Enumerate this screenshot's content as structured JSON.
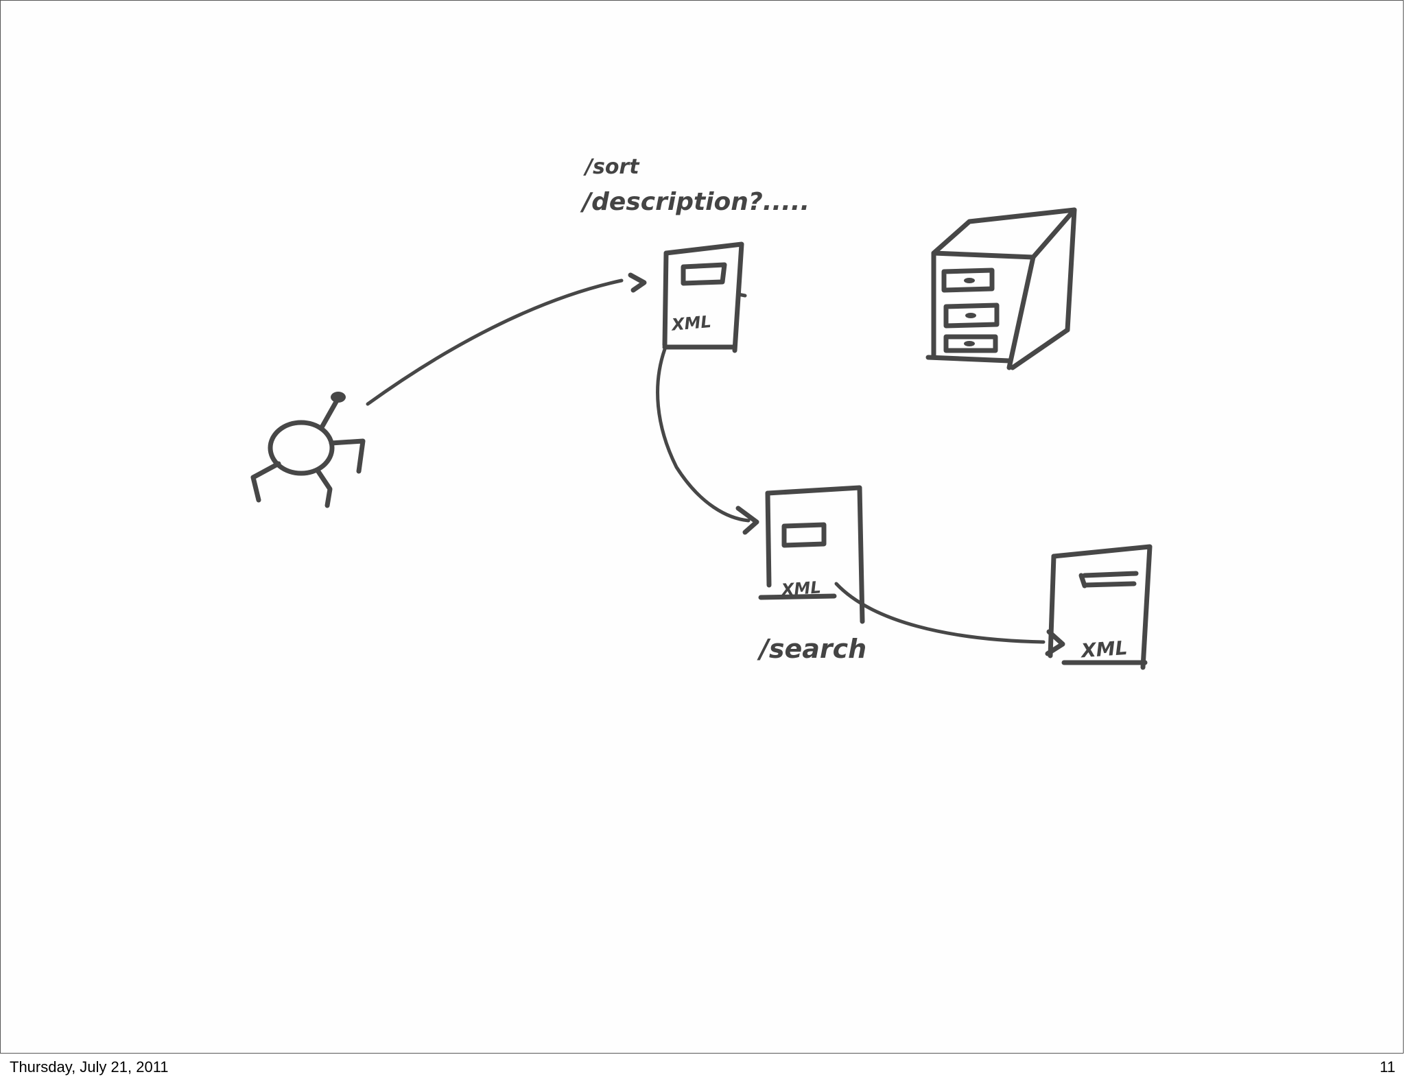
{
  "diagram": {
    "labels": {
      "path_sort": "/sort",
      "path_description": "/description?.....",
      "path_search": "/search"
    },
    "server_labels": {
      "server_a": "XML",
      "server_b": "XML",
      "server_c": "XML"
    },
    "icons": [
      "spider-icon",
      "server-icon",
      "server-icon",
      "server-icon",
      "filing-cabinet-icon"
    ],
    "ink_color": "#474747"
  },
  "footer": {
    "date": "Thursday, July 21, 2011",
    "page_number": "11"
  }
}
